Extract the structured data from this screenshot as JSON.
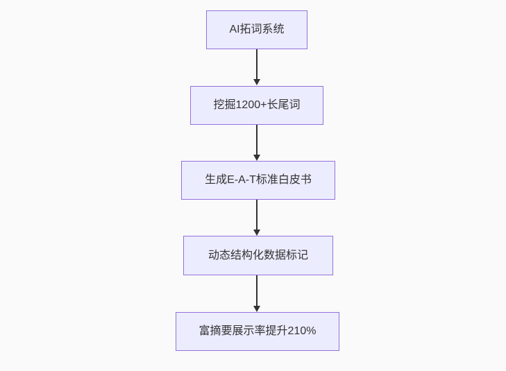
{
  "diagram": {
    "type": "flowchart",
    "direction": "top-down",
    "colors": {
      "background": "#fafafa",
      "node_fill": "#ECECFF",
      "node_border": "#9370DB",
      "node_text": "#333333",
      "arrow": "#333333"
    },
    "nodes": [
      {
        "id": "node-1",
        "label": "AI拓词系统"
      },
      {
        "id": "node-2",
        "label": "挖掘1200+长尾词"
      },
      {
        "id": "node-3",
        "label": "生成E-A-T标准白皮书"
      },
      {
        "id": "node-4",
        "label": "动态结构化数据标记"
      },
      {
        "id": "node-5",
        "label": "富摘要展示率提升210%"
      }
    ],
    "edges": [
      {
        "from": "node-1",
        "to": "node-2"
      },
      {
        "from": "node-2",
        "to": "node-3"
      },
      {
        "from": "node-3",
        "to": "node-4"
      },
      {
        "from": "node-4",
        "to": "node-5"
      }
    ]
  }
}
